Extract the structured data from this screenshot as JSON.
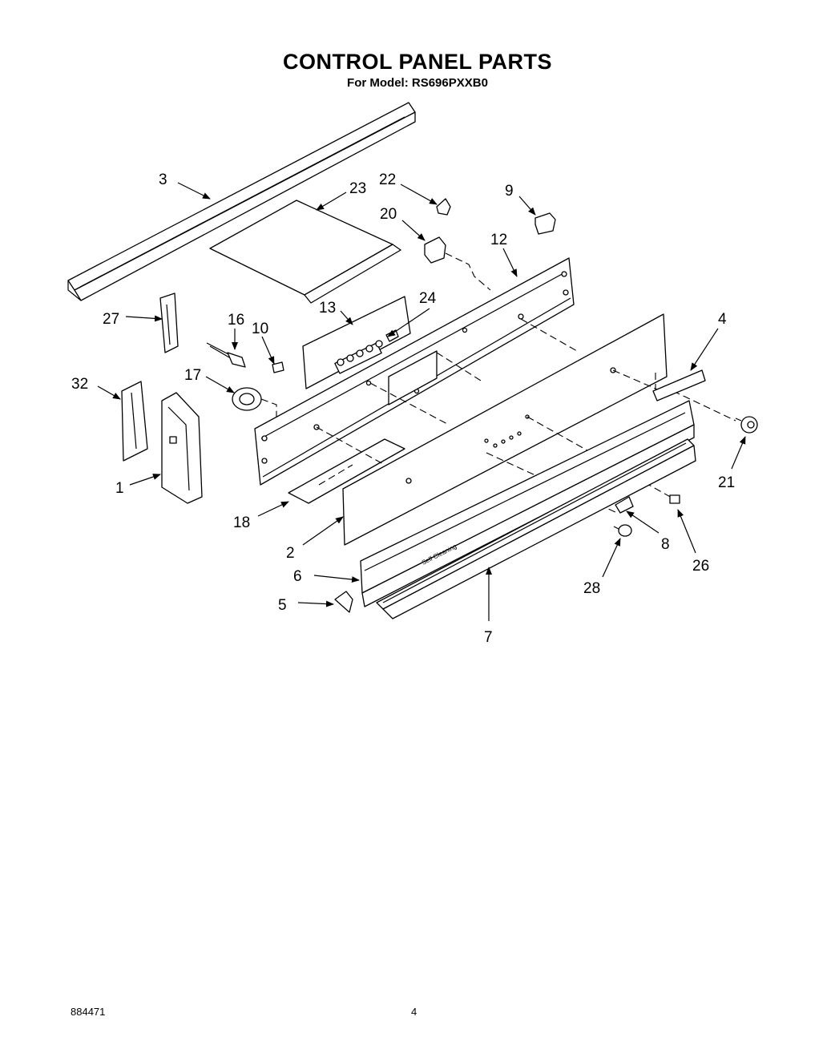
{
  "header": {
    "title": "CONTROL PANEL PARTS",
    "subtitle": "For Model: RS696PXXB0"
  },
  "footer": {
    "doc_number": "884471",
    "page_number": "4"
  },
  "panel_etching": "Self Cleaning",
  "callouts": [
    "1",
    "2",
    "3",
    "4",
    "5",
    "6",
    "7",
    "8",
    "9",
    "10",
    "12",
    "13",
    "16",
    "17",
    "18",
    "20",
    "21",
    "22",
    "23",
    "24",
    "26",
    "27",
    "28",
    "32"
  ]
}
